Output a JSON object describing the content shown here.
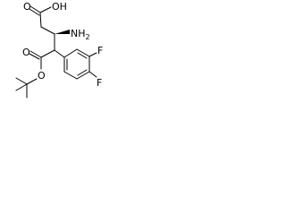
{
  "molecule": {
    "labels": {
      "hydroxyl": "OH",
      "amine": "NH",
      "amine_subscript": "2",
      "carbonyl_oxygen_acid": "O",
      "carbonyl_oxygen_ester": "O",
      "ester_oxygen": "O",
      "fluorine_meta": "F",
      "fluorine_para": "F"
    },
    "colors": {
      "ink": "#000000",
      "background": "#ffffff"
    }
  }
}
